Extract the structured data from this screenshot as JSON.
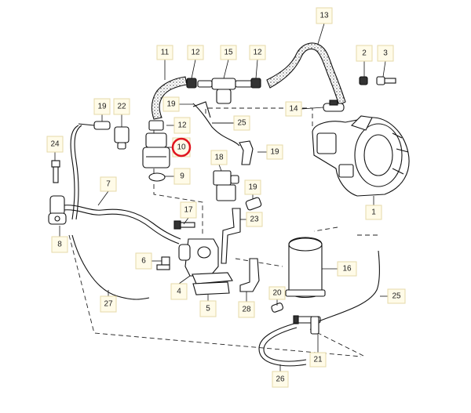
{
  "callouts": [
    {
      "id": "c1",
      "label": "1"
    },
    {
      "id": "c2",
      "label": "2"
    },
    {
      "id": "c3",
      "label": "3"
    },
    {
      "id": "c4",
      "label": "4"
    },
    {
      "id": "c5",
      "label": "5"
    },
    {
      "id": "c6",
      "label": "6"
    },
    {
      "id": "c7",
      "label": "7"
    },
    {
      "id": "c8",
      "label": "8"
    },
    {
      "id": "c9",
      "label": "9"
    },
    {
      "id": "c10",
      "label": "10"
    },
    {
      "id": "c11",
      "label": "11"
    },
    {
      "id": "c12a",
      "label": "12"
    },
    {
      "id": "c12b",
      "label": "12"
    },
    {
      "id": "c12c",
      "label": "12"
    },
    {
      "id": "c13",
      "label": "13"
    },
    {
      "id": "c14",
      "label": "14"
    },
    {
      "id": "c15",
      "label": "15"
    },
    {
      "id": "c16",
      "label": "16"
    },
    {
      "id": "c17",
      "label": "17"
    },
    {
      "id": "c18",
      "label": "18"
    },
    {
      "id": "c19a",
      "label": "19"
    },
    {
      "id": "c19b",
      "label": "19"
    },
    {
      "id": "c19c",
      "label": "19"
    },
    {
      "id": "c19d",
      "label": "19"
    },
    {
      "id": "c20",
      "label": "20"
    },
    {
      "id": "c21",
      "label": "21"
    },
    {
      "id": "c22",
      "label": "22"
    },
    {
      "id": "c23",
      "label": "23"
    },
    {
      "id": "c24",
      "label": "24"
    },
    {
      "id": "c25a",
      "label": "25"
    },
    {
      "id": "c25b",
      "label": "25"
    },
    {
      "id": "c26",
      "label": "26"
    },
    {
      "id": "c27",
      "label": "27"
    },
    {
      "id": "c28",
      "label": "28"
    }
  ],
  "highlight": {
    "label": "10",
    "color": "#e0141e"
  },
  "colors": {
    "callout_fill": "#fffbe8",
    "callout_border": "#e6d9a8",
    "line": "#111111"
  }
}
